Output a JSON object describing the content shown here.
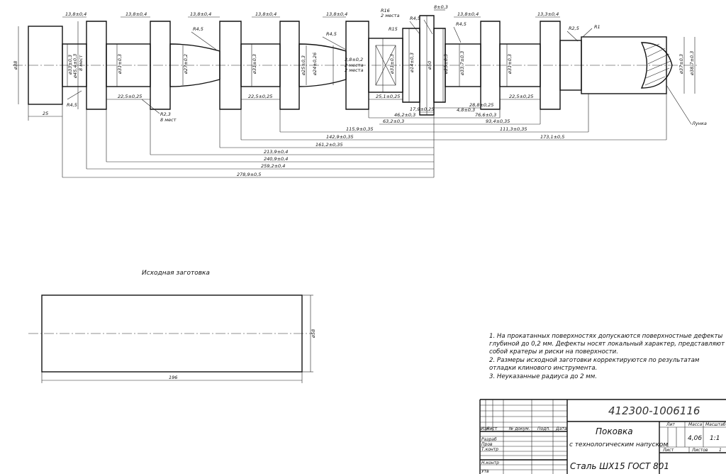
{
  "drawing": {
    "top_dims": [
      "13,8±0,4",
      "13,8±0,4",
      "13,8±0,4",
      "13,8±0,4",
      "13,8±0,4",
      "8±0,3",
      "13,8±0,4",
      "13,3±0,4"
    ],
    "radii": [
      "R4,5",
      "R4,5",
      "R16",
      "2 места",
      "R15",
      "R4,5",
      "R4,5",
      "R2,5",
      "R1",
      "R4,5",
      "R2,3",
      "8 мест"
    ],
    "diameters": [
      "ø38",
      "ø33±0,3",
      "ø45,4±0,3",
      "8 мест",
      "ø31±0,3",
      "ø27±0,2",
      "ø31±0,3",
      "ø25±0,3",
      "2 места",
      "ø31±0,3",
      "ø14±0,3",
      "ø50",
      "ø25±0,3",
      "ø33,7±0,3",
      "ø31±0,3",
      "ø37±0,3",
      "ø38,7±0,3",
      "ø24±0,26"
    ],
    "lower_dims": [
      "25",
      "22,5±0,25",
      "22,5±0,25",
      "25,1±0,25",
      "3,8±0,2",
      "2 места",
      "17,9±0,25",
      "4,8±0,3",
      "28,8±0,25",
      "22,5±0,25",
      "46,2±0,3",
      "63,2±0,3",
      "76,6±0,3",
      "93,4±0,35",
      "115,9±0,35",
      "111,3±0,35",
      "142,9±0,35",
      "173,1±0,5",
      "161,2±0,35",
      "213,9±0,4",
      "240,9±0,4",
      "259,2±0,4",
      "278,9±0,5"
    ],
    "lunka_label": "Лунка"
  },
  "blank": {
    "title": "Исходная заготовка",
    "diameter": "ø58",
    "length": "196"
  },
  "notes": [
    "1. На прокатанных поверхностях допускаются поверхностные дефекты",
    "глубиной до 0,2 мм. Дефекты носят локальный характер, представляют",
    "собой кратеры и риски на поверхности.",
    "2. Размеры исходной заготовки корректируются по результатам",
    "отладки клинового инструмента.",
    "3. Неуказанные радиуса до 2 мм."
  ],
  "title_block": {
    "doc_number": "412300-1006116",
    "name_line1": "Поковка",
    "name_line2": "с технологическим напуском",
    "material": "Сталь ШХ15 ГОСТ 801",
    "col_headers": [
      "Изм",
      "Лист",
      "№ докум.",
      "Подп.",
      "Дата"
    ],
    "row_labels": [
      "Разраб",
      "Пров",
      "Т.контр",
      "Н.контр",
      "Утв"
    ],
    "lit": "Лит",
    "mass_label": "Масса",
    "scale_label": "Масштаб",
    "mass_value": "4,06",
    "scale_value": "1:1",
    "sheet_label": "Лист",
    "sheets_label": "Листов",
    "sheets_value": "1"
  }
}
